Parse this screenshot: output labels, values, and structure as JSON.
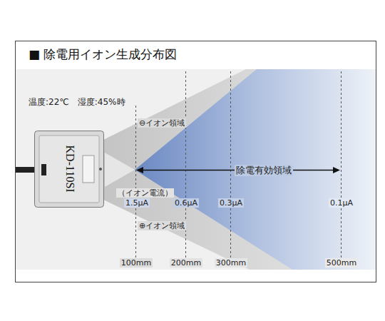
{
  "diagram": {
    "title": "■ 除電用イオン生成分布図",
    "nodes": [
      {
        "text": [
          "KD-110SI"
        ]
      }
    ],
    "labels": [
      "温度:22℃　湿度:45%時",
      "⊖イオン領域",
      "除電有効領域",
      "（イオン電流）",
      "1.5μA",
      "0.6μA",
      "0.3μA",
      "0.1μA",
      "⊕イオン領域",
      "100mm",
      "200mm",
      "300mm",
      "500mm"
    ]
  }
}
